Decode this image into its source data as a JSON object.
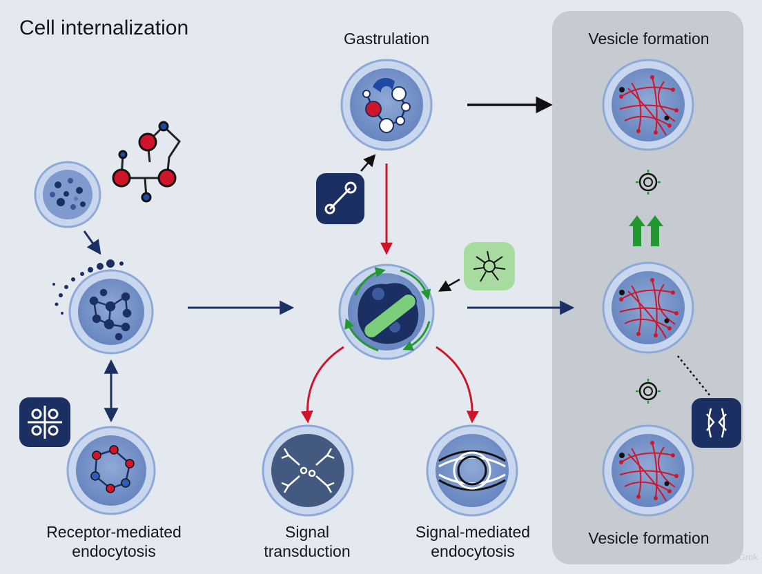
{
  "title": "Cell internalization",
  "nodes": {
    "gastrulation": {
      "label": "Gastrulation"
    },
    "vesicle_top": {
      "label": "Vesicle formation"
    },
    "vesicle_bottom": {
      "label": "Vesicle formation"
    },
    "receptor": {
      "line1": "Receptor-mediated",
      "line2": "endocytosis"
    },
    "signal_transduction": {
      "line1": "Signal",
      "line2": "transduction"
    },
    "signal_mediated": {
      "line1": "Signal-mediated",
      "line2": "endocytosis"
    }
  },
  "watermark": "Grok",
  "colors": {
    "background": "#e4e8ef",
    "panel": "#c6cad1",
    "cell_outer": "#c9d7ee",
    "cell_inner": "#6f8fc6",
    "navy": "#1b2f63",
    "red": "#d0152a",
    "green": "#22992e",
    "light_green": "#a8dba0"
  },
  "icons": [
    "molecule-icon",
    "link-icon",
    "grid-icon",
    "neuron-icon",
    "membrane-icon"
  ]
}
